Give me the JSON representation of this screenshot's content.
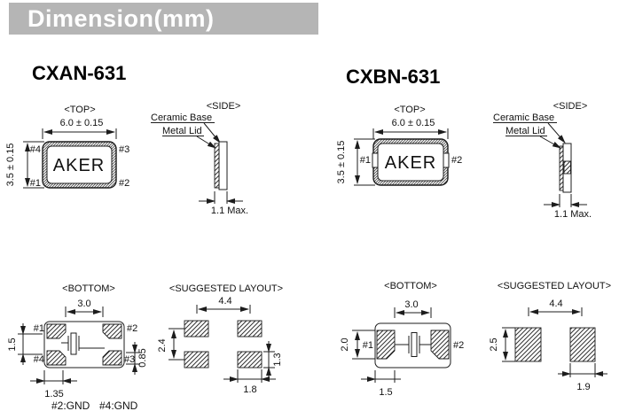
{
  "header": {
    "title": "Dimension(mm)"
  },
  "colors": {
    "header_bg": "#b5b5b5",
    "header_text": "#ffffff",
    "line": "#1c1c1c"
  },
  "sections": [
    {
      "name": "CXAN-631",
      "top": {
        "label": "<TOP>",
        "width_dim": "6.0 ± 0.15",
        "height_dim": "3.5 ± 0.15",
        "brand": "AKER",
        "pin_top_left": "#4",
        "pin_top_right": "#3",
        "pin_bottom_left": "#1",
        "pin_bottom_right": "#2"
      },
      "side": {
        "label": "<SIDE>",
        "callout_base": "Ceramic Base",
        "callout_lid": "Metal Lid",
        "thickness_dim": "1.1 Max."
      },
      "bottom": {
        "label": "<BOTTOM>",
        "pad_span_dim": "3.0",
        "pad_height_dim": "1.5",
        "pad_corner_dim": "0.85",
        "pad_width_dim": "1.35",
        "pin_top_left": "#1",
        "pin_top_right": "#2",
        "pin_bottom_left": "#4",
        "pin_bottom_right": "#3",
        "ground_note_left": "#2:GND",
        "ground_note_right": "#4:GND"
      },
      "layout": {
        "label": "<SUGGESTED LAYOUT>",
        "h_pitch_dim": "4.4",
        "v_pitch_dim": "2.4",
        "pad_height_dim": "1.3",
        "pad_width_dim": "1.8"
      }
    },
    {
      "name": "CXBN-631",
      "top": {
        "label": "<TOP>",
        "width_dim": "6.0 ± 0.15",
        "height_dim": "3.5 ± 0.15",
        "brand": "AKER",
        "pin_left": "#1",
        "pin_right": "#2"
      },
      "side": {
        "label": "<SIDE>",
        "callout_base": "Ceramic Base",
        "callout_lid": "Metal Lid",
        "thickness_dim": "1.1 Max."
      },
      "bottom": {
        "label": "<BOTTOM>",
        "pad_span_dim": "3.0",
        "pad_height_dim": "2.0",
        "pad_width_dim": "1.5",
        "pin_left": "#1",
        "pin_right": "#2"
      },
      "layout": {
        "label": "<SUGGESTED LAYOUT>",
        "h_pitch_dim": "4.4",
        "v_pitch_dim": "2.5",
        "pad_width_dim": "1.9"
      }
    }
  ]
}
